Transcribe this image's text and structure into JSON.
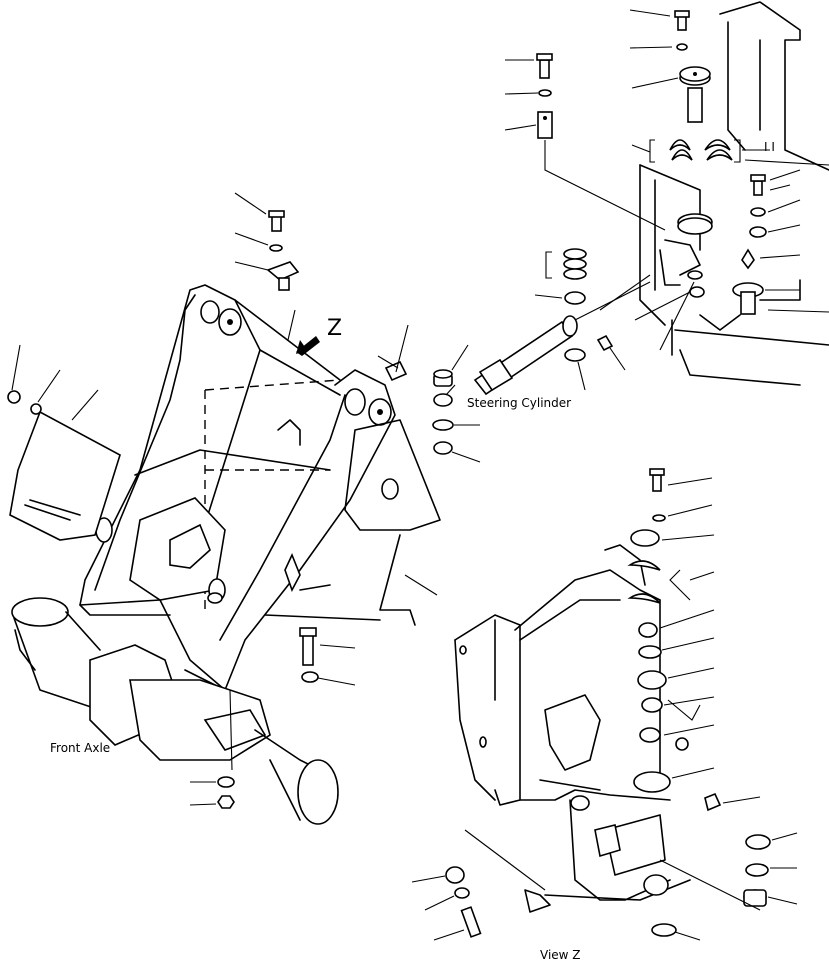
{
  "labels": {
    "steering_cylinder": "Steering Cylinder",
    "front_axle": "Front Axle",
    "view_z": "View Z",
    "z_marker": "Z",
    "roman_marker": "I I"
  }
}
